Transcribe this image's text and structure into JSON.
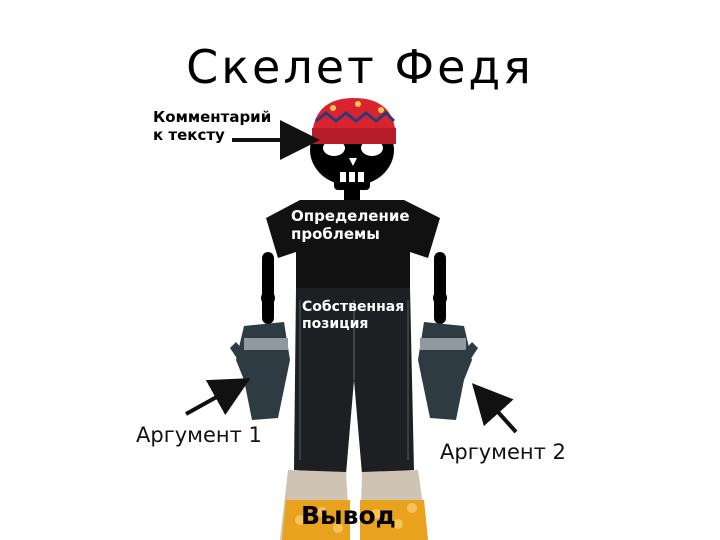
{
  "title": "Скелет Федя",
  "labels": {
    "comment_line1": "Комментарий",
    "comment_line2": "к тексту",
    "problem_line1": "Определение",
    "problem_line2": "проблемы",
    "position_line1": "Собственная",
    "position_line2": "позиция",
    "argument1": "Аргумент 1",
    "argument2": "Аргумент 2",
    "conclusion": "Вывод"
  },
  "colors": {
    "hat": "#d9232f",
    "skeleton": "#000000",
    "gloves": "#2f3b42",
    "boots": "#e8a21e",
    "background": "#ffffff"
  }
}
